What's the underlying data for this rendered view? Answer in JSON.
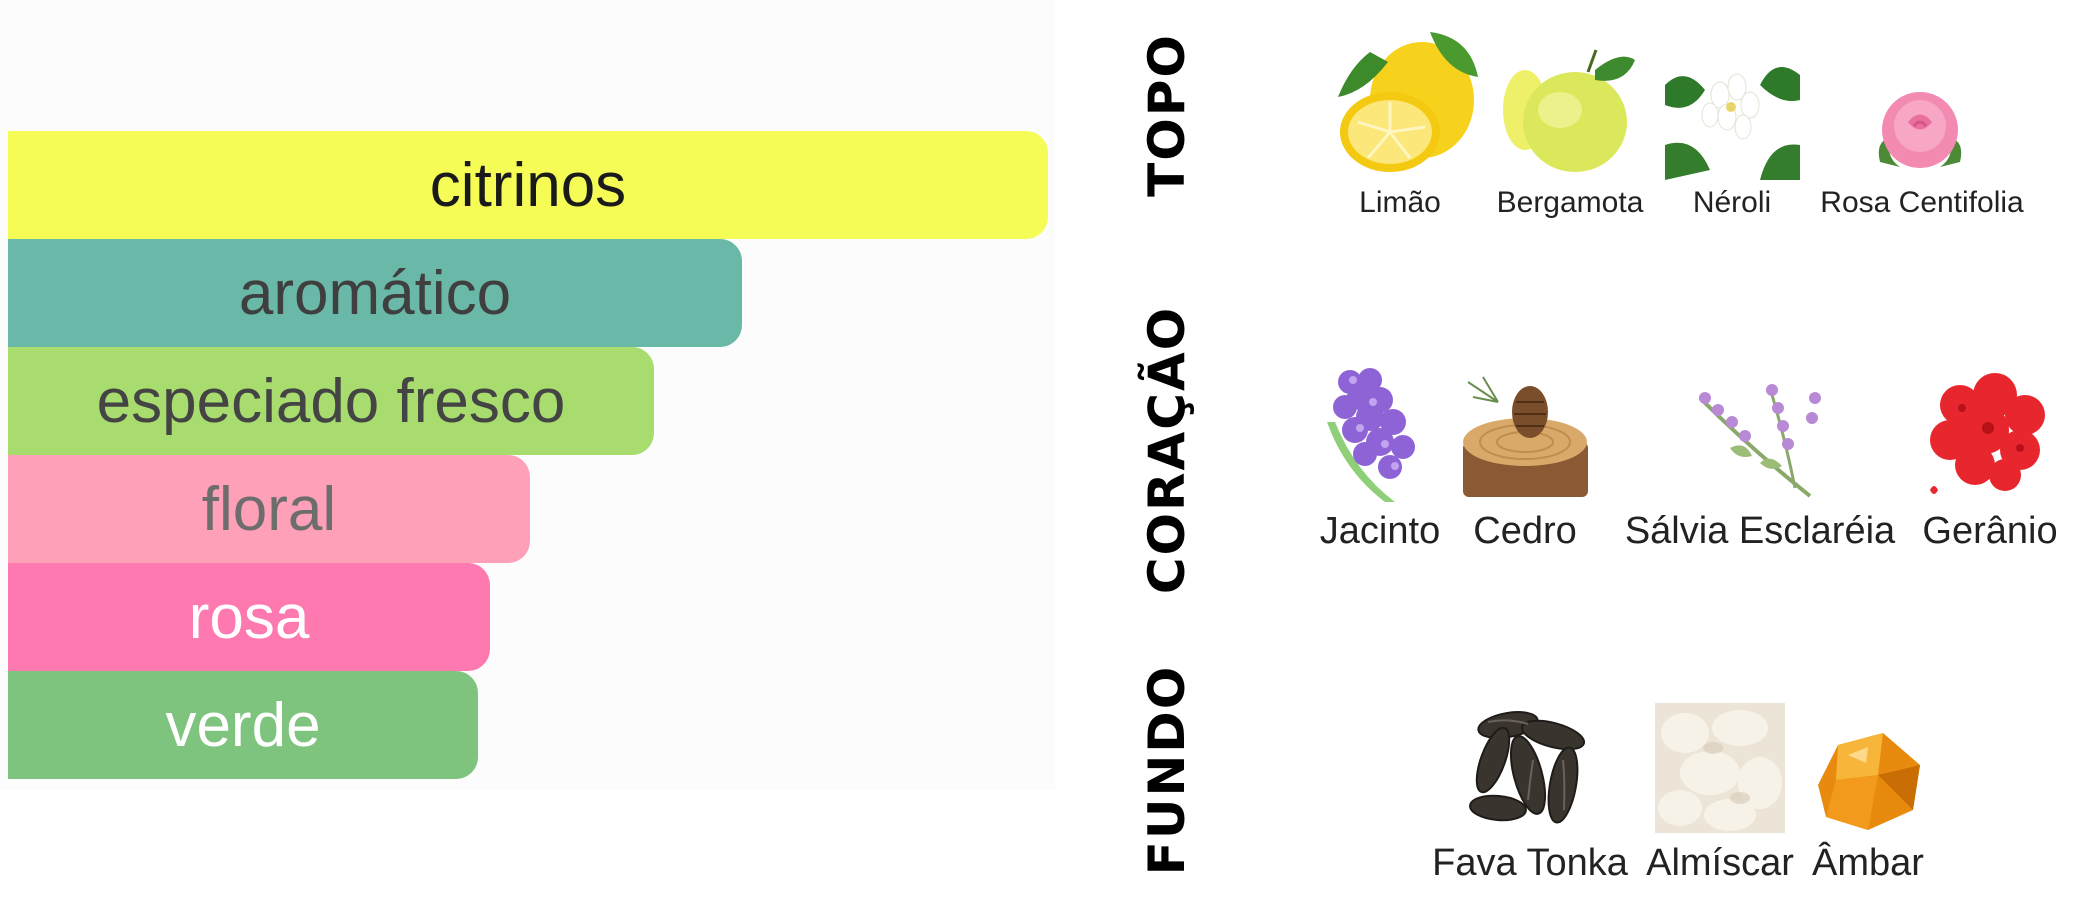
{
  "accords": [
    {
      "label": "citrinos",
      "color": "#f5fc55",
      "text_color": "#1a1a1a",
      "strength": 1.0
    },
    {
      "label": "aromático",
      "color": "#6ab8a7",
      "text_color": "#3f3f3f",
      "strength": 0.7
    },
    {
      "label": "especiado fresco",
      "color": "#a8dc6e",
      "text_color": "#444444",
      "strength": 0.62
    },
    {
      "label": "floral",
      "color": "#fea0b8",
      "text_color": "#6d6d6d",
      "strength": 0.5
    },
    {
      "label": "rosa",
      "color": "#fe79b0",
      "text_color": "#ffffff",
      "strength": 0.46
    },
    {
      "label": "verde",
      "color": "#7ec47f",
      "text_color": "#ffffff",
      "strength": 0.45
    }
  ],
  "pyramid": {
    "top": {
      "title": "TOPO",
      "notes": [
        {
          "name": "Limão",
          "icon": "lemon-icon"
        },
        {
          "name": "Bergamota",
          "icon": "bergamot-icon"
        },
        {
          "name": "Néroli",
          "icon": "neroli-flower-icon"
        },
        {
          "name": "Rosa Centifolia",
          "icon": "pink-rose-icon"
        }
      ]
    },
    "heart": {
      "title": "CORAÇÃO",
      "notes": [
        {
          "name": "Jacinto",
          "icon": "hyacinth-icon"
        },
        {
          "name": "Cedro",
          "icon": "cedar-wood-icon"
        },
        {
          "name": "Sálvia Esclaréia",
          "icon": "clary-sage-icon"
        },
        {
          "name": "Gerânio",
          "icon": "geranium-icon"
        }
      ]
    },
    "base": {
      "title": "FUNDO",
      "notes": [
        {
          "name": "Fava Tonka",
          "icon": "tonka-bean-icon"
        },
        {
          "name": "Almíscar",
          "icon": "musk-icon"
        },
        {
          "name": "Âmbar",
          "icon": "amber-icon"
        }
      ]
    }
  }
}
